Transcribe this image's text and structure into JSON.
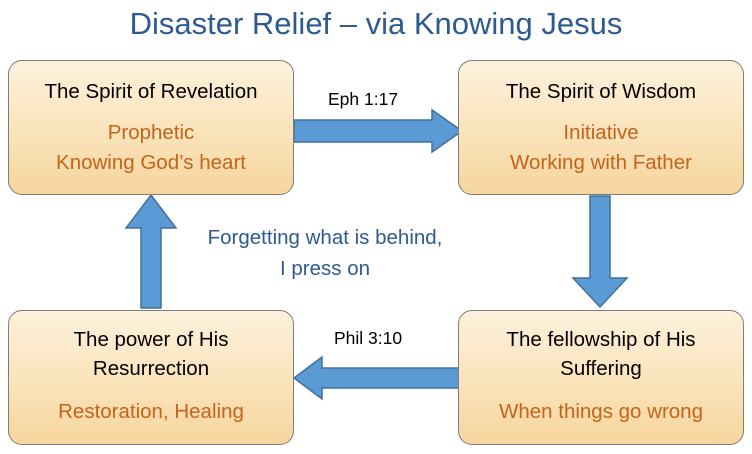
{
  "title": "Disaster Relief – via Knowing Jesus",
  "boxes": {
    "top_left": {
      "title": "The Spirit of Revelation",
      "lines": [
        "Prophetic",
        "Knowing God’s heart"
      ]
    },
    "top_right": {
      "title": "The Spirit of Wisdom",
      "lines": [
        "Initiative",
        "Working with Father"
      ]
    },
    "bottom_right": {
      "title_lines": [
        "The fellowship of His",
        "Suffering"
      ],
      "sub": "When things go wrong"
    },
    "bottom_left": {
      "title_lines": [
        "The power of His",
        "Resurrection"
      ],
      "sub": "Restoration, Healing"
    }
  },
  "labels": {
    "top_arrow": "Eph 1:17",
    "bottom_arrow": "Phil 3:10"
  },
  "center": {
    "lines": [
      "Forgetting what is behind,",
      "I press on"
    ]
  },
  "colors": {
    "title": "#2e5a92",
    "subtext": "#c5631b",
    "box_fill": "#fae3ba",
    "box_border": "#7d7d7d",
    "arrow_fill": "#5b9bd5",
    "arrow_stroke": "#41719c"
  }
}
